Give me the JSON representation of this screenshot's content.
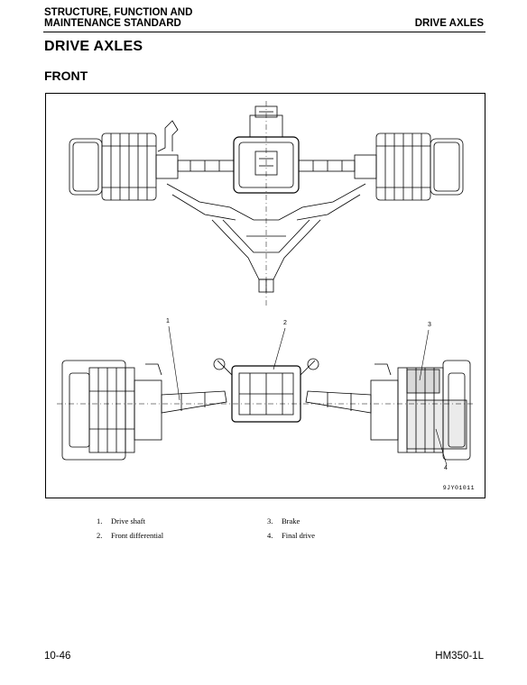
{
  "header": {
    "section_line1": "STRUCTURE, FUNCTION AND",
    "section_line2": "MAINTENANCE STANDARD",
    "chapter": "DRIVE AXLES"
  },
  "page_title": "DRIVE AXLES",
  "subtitle": "FRONT",
  "figure": {
    "code": "9JY01011",
    "callouts": [
      "1",
      "2",
      "3",
      "4"
    ]
  },
  "legend": [
    {
      "num": "1.",
      "label": "Drive shaft"
    },
    {
      "num": "2.",
      "label": "Front differential"
    },
    {
      "num": "3.",
      "label": "Brake"
    },
    {
      "num": "4.",
      "label": "Final drive"
    }
  ],
  "footer": {
    "page": "10-46",
    "model": "HM350-1L"
  }
}
